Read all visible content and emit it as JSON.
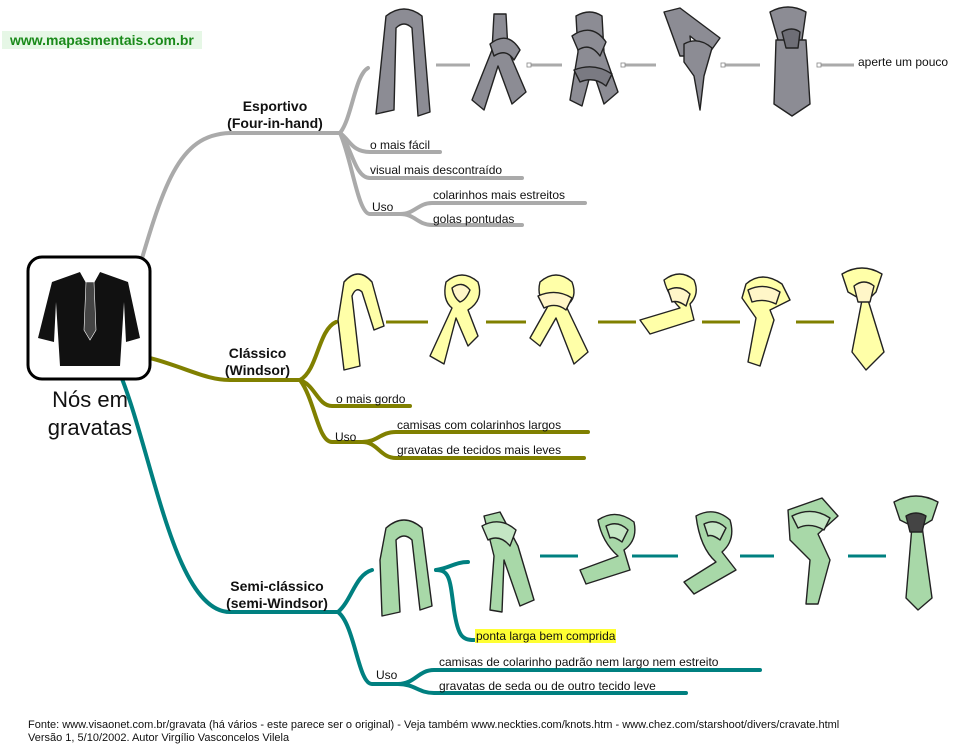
{
  "site_label": "www.mapasmentais.com.br",
  "center_label_line1": "Nós em",
  "center_label_line2": "gravatas",
  "branches": {
    "four_in_hand": {
      "title_line1": "Esportivo",
      "title_line2": "(Four-in-hand)",
      "final_note": "aperte um pouco",
      "items": [
        "o mais fácil",
        "visual mais descontraído"
      ],
      "uso_label": "Uso",
      "uso_items": [
        "colarinhos mais estreitos",
        "golas pontudas"
      ],
      "color": "#aaaaaa",
      "tie_color": "#8c8c94"
    },
    "windsor": {
      "title_line1": "Clássico",
      "title_line2": "(Windsor)",
      "items": [
        "o mais gordo"
      ],
      "uso_label": "Uso",
      "uso_items": [
        "camisas com colarinhos largos",
        "gravatas de tecidos mais leves"
      ],
      "color": "#808000",
      "tie_color": "#ffffa8"
    },
    "half_windsor": {
      "title_line1": "Semi-clássico",
      "title_line2": "(semi-Windsor)",
      "highlight_note": "ponta larga bem comprida",
      "uso_label": "Uso",
      "uso_items": [
        "camisas de colarinho padrão nem largo nem estreito",
        "gravatas de seda ou de outro tecido leve"
      ],
      "color": "#008080",
      "tie_color": "#a8d8a8"
    }
  },
  "footer": {
    "line1": "Fonte: www.visaonet.com.br/gravata (há vários -  este parece ser o original) - Veja também www.neckties.com/knots.htm - www.chez.com/starshoot/divers/cravate.html",
    "line2": "Versão 1,  5/10/2002. Autor Virgílio Vasconcelos Vilela"
  }
}
